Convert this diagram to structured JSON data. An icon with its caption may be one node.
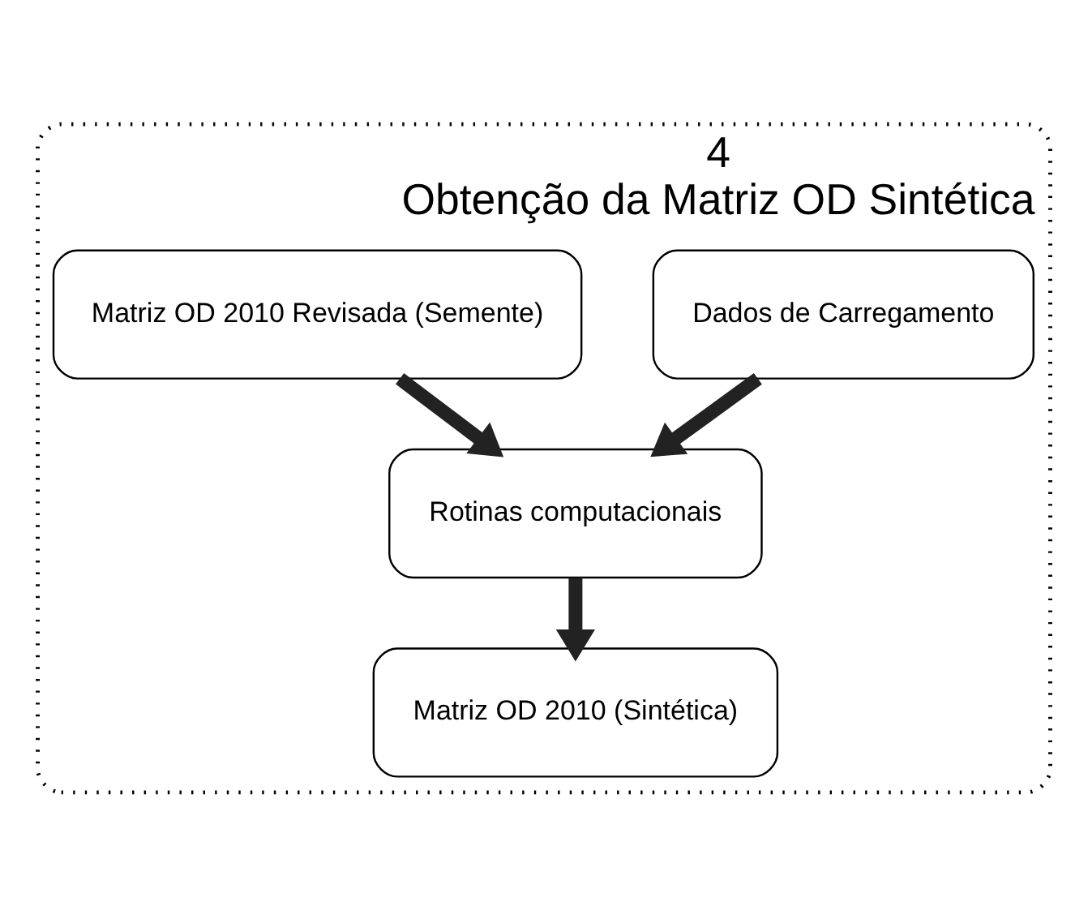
{
  "diagram": {
    "nodes": [
      {
        "text": [
          "4",
          "Obtenção da Matriz OD Sintética"
        ]
      },
      {
        "text": [
          "Matriz OD 2010 Revisada (Semente)"
        ],
        "in": 0
      },
      {
        "text": [
          "Dados de Carregamento"
        ],
        "in": 0
      },
      {
        "text": [
          "Rotinas computacionais"
        ],
        "in": 0
      },
      {
        "text": [
          "Matriz OD 2010 (Sintética)"
        ],
        "in": 0
      }
    ],
    "edges": [
      {
        "from": 1,
        "to": 3,
        "arrow": "to"
      },
      {
        "from": 2,
        "to": 3,
        "arrow": "to"
      },
      {
        "from": 3,
        "to": 4,
        "arrow": "to"
      }
    ]
  }
}
